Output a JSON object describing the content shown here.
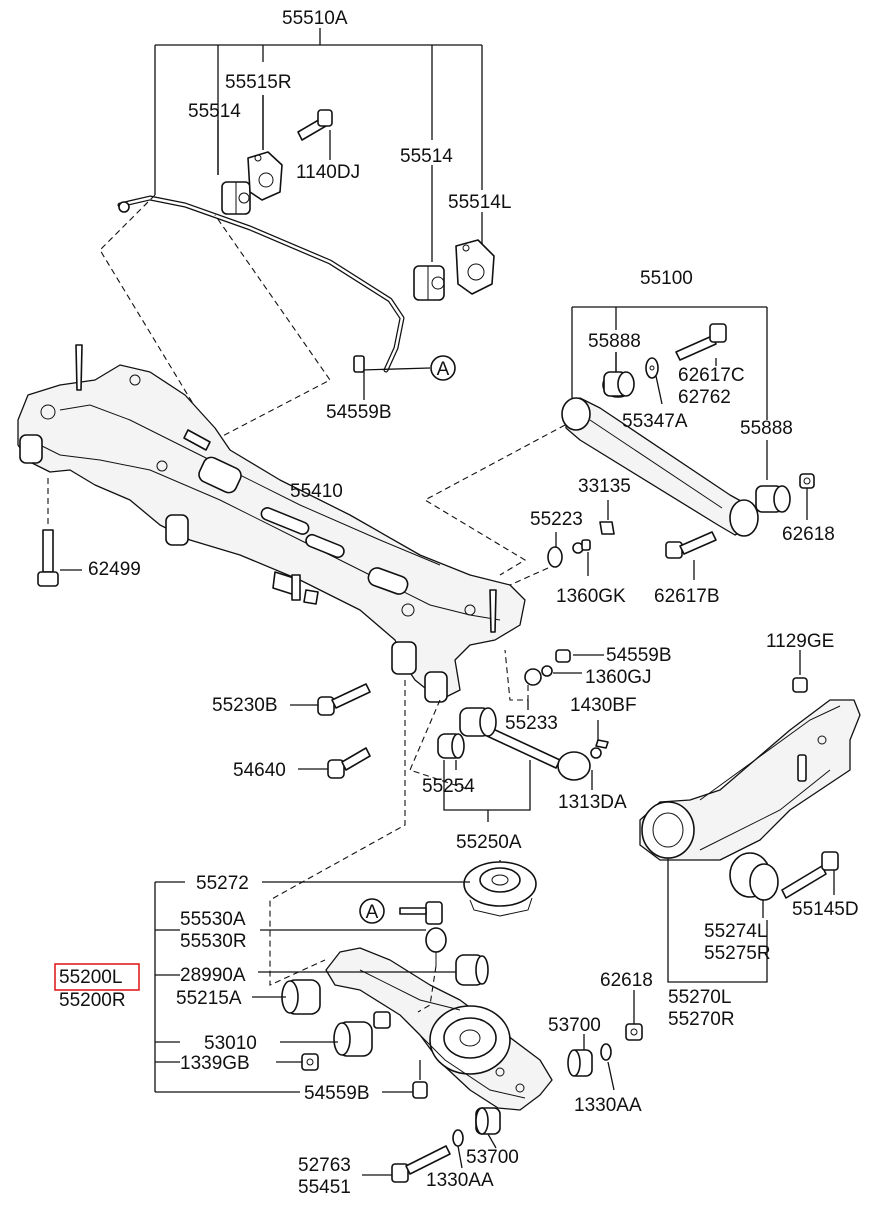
{
  "labels": {
    "p55510A": "55510A",
    "p55515R": "55515R",
    "p55514_a": "55514",
    "p1140DJ": "1140DJ",
    "p55514_b": "55514",
    "p55514L": "55514L",
    "p55100": "55100",
    "p55888_a": "55888",
    "p62617C": "62617C",
    "p62762": "62762",
    "p55347A": "55347A",
    "p55888_b": "55888",
    "p54559B_a": "54559B",
    "p55410": "55410",
    "p33135": "33135",
    "p55223": "55223",
    "p62618_a": "62618",
    "p62499": "62499",
    "p1360GK": "1360GK",
    "p62617B": "62617B",
    "p1129GE": "1129GE",
    "p54559B_b": "54559B",
    "p1360GJ": "1360GJ",
    "p55230B": "55230B",
    "p55233": "55233",
    "p1430BF": "1430BF",
    "p54640": "54640",
    "p55254": "55254",
    "p1313DA": "1313DA",
    "p55250A": "55250A",
    "p55272": "55272",
    "p55145D": "55145D",
    "p55530A": "55530A",
    "p55530R": "55530R",
    "p55274L": "55274L",
    "p55275R": "55275R",
    "p55200L": "55200L",
    "p28990A": "28990A",
    "p55200R": "55200R",
    "p55215A": "55215A",
    "p62618_b": "62618",
    "p55270L": "55270L",
    "p55270R": "55270R",
    "p53700_a": "53700",
    "p53010": "53010",
    "p1339GB": "1339GB",
    "p1330AA_a": "1330AA",
    "p54559B_c": "54559B",
    "p53700_b": "53700",
    "p52763": "52763",
    "p55451": "55451",
    "p1330AA_b": "1330AA"
  },
  "callouts": {
    "ref_a_top": "A",
    "ref_a_bottom": "A"
  },
  "colors": {
    "line": "#111111",
    "highlight_box": "#e02020",
    "background": "#ffffff"
  }
}
